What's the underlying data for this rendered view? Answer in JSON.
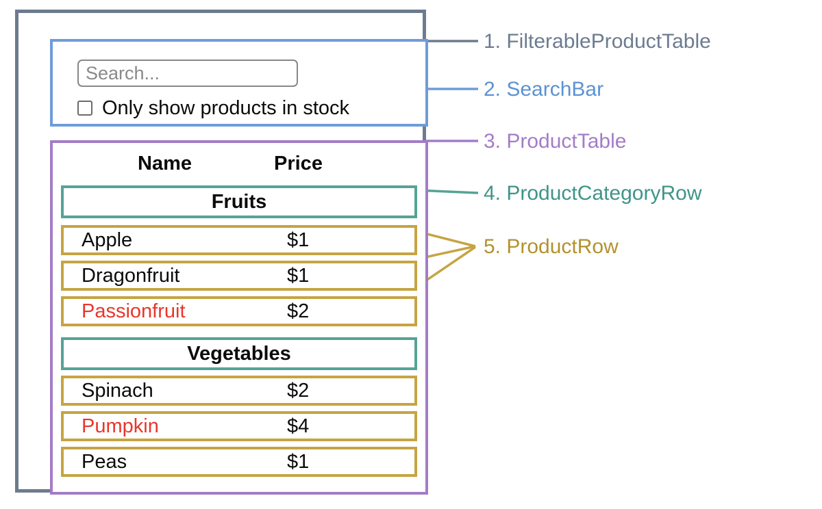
{
  "diagram": {
    "search_bar": {
      "placeholder": "Search...",
      "checkbox_label": "Only show products in stock",
      "checkbox_checked": false
    },
    "product_table": {
      "headers": [
        "Name",
        "Price"
      ],
      "sections": [
        {
          "category": "Fruits",
          "rows": [
            {
              "name": "Apple",
              "price": "$1"
            },
            {
              "name": "Dragonfruit",
              "price": "$1"
            },
            {
              "name": "Passionfruit",
              "price": "$2",
              "name_color": "#e8362b"
            }
          ]
        },
        {
          "category": "Vegetables",
          "rows": [
            {
              "name": "Spinach",
              "price": "$2"
            },
            {
              "name": "Pumpkin",
              "price": "$4",
              "name_color": "#e8362b"
            },
            {
              "name": "Peas",
              "price": "$1"
            }
          ]
        }
      ]
    },
    "legend": [
      {
        "label": "1. FilterableProductTable",
        "color": "#6d7b8f"
      },
      {
        "label": "2. SearchBar",
        "color": "#5b92d4"
      },
      {
        "label": "3. ProductTable",
        "color": "#a37cc7"
      },
      {
        "label": "4. ProductCategoryRow",
        "color": "#3f9488"
      },
      {
        "label": "5. ProductRow",
        "color": "#b2922e"
      }
    ],
    "colors": {
      "outline-1": "#6d7b8f",
      "outline-2": "#6f9cd9",
      "outline-3": "#a37cc7",
      "outline-4": "#55a396",
      "outline-5": "#c6a443",
      "red-text": "#e8362b"
    }
  }
}
